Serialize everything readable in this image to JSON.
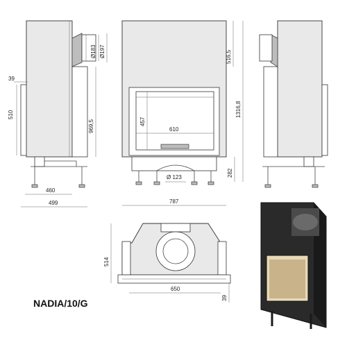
{
  "model": "NADIA/10/G",
  "dimensions": {
    "side_total_width": "499",
    "side_body_width": "460",
    "side_height_510": "510",
    "side_height_969": "969,5",
    "side_top_39": "39",
    "flue_183": "Ø183",
    "flue_197": "Ø197",
    "front_width": "787",
    "front_height_1316": "1316,8",
    "front_height_516": "516,5",
    "glass_width": "610",
    "glass_height": "457",
    "air_inlet": "Ø 123",
    "base_282": "282",
    "top_view_depth": "514",
    "top_view_width": "650",
    "top_view_39": "39"
  },
  "colors": {
    "body": "#e9e9e9",
    "lines": "#444444",
    "photo_body": "#2a2a2a"
  }
}
